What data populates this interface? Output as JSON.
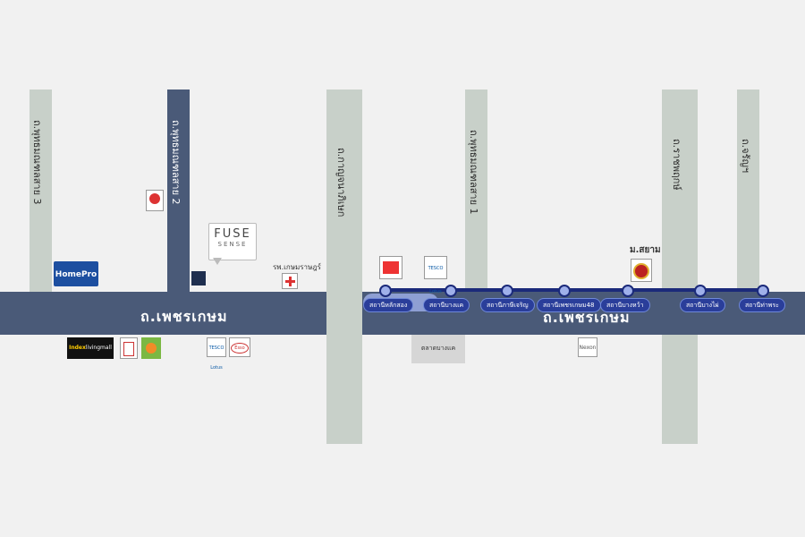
{
  "roads": {
    "main_road_left": "ถ.เพชรเกษม",
    "main_road_right": "ถ.เพชรเกษม",
    "soi3": "ถ.พุทธมณฑลสาย 3",
    "soi2": "ถ.พุทธมณฑลสาย 2",
    "kanchanaphisek": "ถ.กาญจนาภิเษก",
    "soi1": "ถ.พุทธมณฑลสาย 1",
    "ratchaphruek": "ถ.ราชพฤกษ์",
    "charan": "ถ.จรัญฯ"
  },
  "brt_stations": [
    "สถานีหลักสอง",
    "สถานีบางแค",
    "สถานีภาษีเจริญ",
    "สถานีเพชรเกษม48",
    "สถานีบางหว้า",
    "สถานีบางไผ่",
    "สถานีท่าพระ"
  ],
  "landmarks": {
    "homepro": "HomePro",
    "index": "Index",
    "index_living": "livingmall",
    "fuse_brand": "FUSE",
    "fuse_sub": "SENSE",
    "hospital": "รพ.เกษมราษฎร์",
    "university": "ม.สยาม",
    "market": "ตลาดบางแค",
    "tesco_lotus": "TESCO Lotus",
    "esso": "Esso",
    "nexon": "Nexon"
  },
  "colors": {
    "main_road": "#4a5a78",
    "side_road": "#c8d0c9",
    "brt_line": "#2a3e9a",
    "fuse_marker": "#1f2f4f"
  }
}
